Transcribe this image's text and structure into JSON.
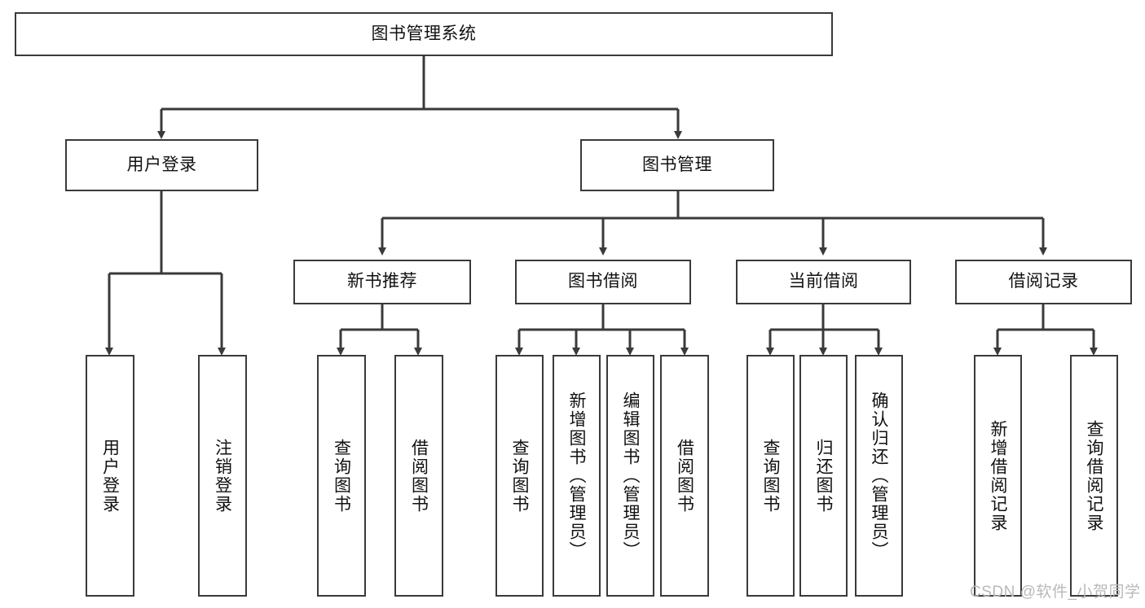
{
  "diagram": {
    "title": "图书管理系统",
    "type": "hierarchy-tree",
    "background_color": "#ffffff",
    "line_color": "#3a3a3a",
    "text_color": "#111111",
    "watermark": "CSDN @软件_小贺同学"
  },
  "nodes": {
    "root": {
      "label": "图书管理系统",
      "level": 1
    },
    "level2": [
      {
        "label": "用户登录",
        "level": 2
      },
      {
        "label": "图书管理",
        "level": 2
      }
    ],
    "level3": [
      {
        "label": "新书推荐",
        "level": 3
      },
      {
        "label": "图书借阅",
        "level": 3
      },
      {
        "label": "当前借阅",
        "level": 3
      },
      {
        "label": "借阅记录",
        "level": 3
      }
    ],
    "leaves_user_login": [
      {
        "label": "用户登录"
      },
      {
        "label": "注销登录"
      }
    ],
    "leaves_new_book": [
      {
        "label": "查询图书"
      },
      {
        "label": "借阅图书"
      }
    ],
    "leaves_book_borrow": [
      {
        "label": "查询图书"
      },
      {
        "label": "新增图书（管理员）"
      },
      {
        "label": "编辑图书（管理员）"
      },
      {
        "label": "借阅图书"
      }
    ],
    "leaves_current_borrow": [
      {
        "label": "查询图书"
      },
      {
        "label": "归还图书"
      },
      {
        "label": "确认归还（管理员）"
      }
    ],
    "leaves_borrow_record": [
      {
        "label": "新增借阅记录"
      },
      {
        "label": "查询借阅记录"
      }
    ]
  }
}
